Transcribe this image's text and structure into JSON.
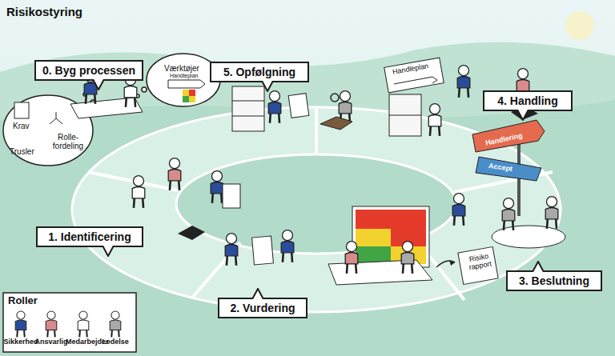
{
  "diagram": {
    "title": "Risikostyring",
    "nodes": [
      {
        "text": [
          "0. Byg processen"
        ]
      },
      {
        "text": [
          "5. Opfølgning"
        ]
      },
      {
        "text": [
          "4. Handling"
        ]
      },
      {
        "text": [
          "1. Identificering"
        ]
      },
      {
        "text": [
          "2. Vurdering"
        ]
      },
      {
        "text": [
          "3. Beslutning"
        ]
      }
    ],
    "labels": [
      "Krav",
      "Trusler",
      "Rolle- fordeling",
      "Værktøjer",
      "Handleplan",
      "Handleplan",
      "Handlering",
      "Accept",
      "Risiko rapport",
      "Roller"
    ],
    "legend": [
      {
        "text": "Sikkerhed",
        "color": "#2b4c9b"
      },
      {
        "text": "Ansvarlig",
        "color": "#d98a8a"
      },
      {
        "text": "Medarbejder",
        "color": "#ffffff"
      },
      {
        "text": "Ledelse",
        "color": "#a9a9a9"
      }
    ]
  }
}
